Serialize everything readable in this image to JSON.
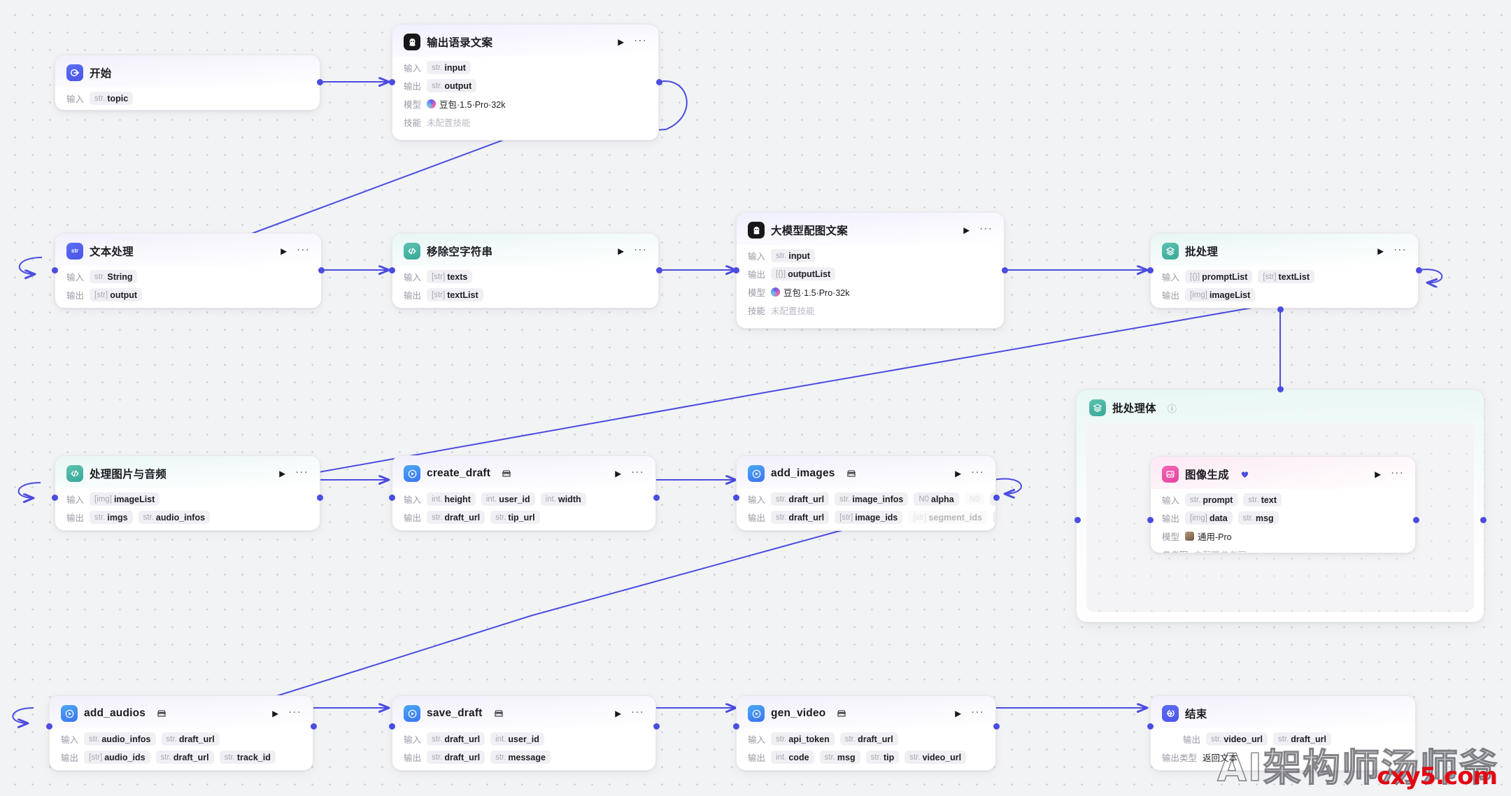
{
  "canvas": {
    "bg": "#f2f3f5",
    "edge_color": "#4b4ce0",
    "dot_color": "#d0d2d8"
  },
  "labels": {
    "input": "输入",
    "output": "输出",
    "model": "模型",
    "skill": "技能",
    "ref_image": "参考图",
    "output_type": "输出类型"
  },
  "nodes": [
    {
      "id": "start",
      "title": "开始",
      "icon": "start-icon",
      "icon_color": "#5b6ef5",
      "rows": [
        {
          "label": "输入",
          "chips": [
            {
              "type": "str.",
              "name": "topic"
            }
          ]
        }
      ]
    },
    {
      "id": "quote-copy",
      "title": "输出语录文案",
      "icon": "llm-icon",
      "icon_color": "#17171a",
      "rows": [
        {
          "label": "输入",
          "chips": [
            {
              "type": "str.",
              "name": "input"
            }
          ]
        },
        {
          "label": "输出",
          "chips": [
            {
              "type": "str.",
              "name": "output"
            }
          ]
        },
        {
          "label": "模型",
          "value": "豆包·1.5·Pro·32k",
          "value_icon": "doubao-icon"
        },
        {
          "label": "技能",
          "value": "未配置技能",
          "muted": true
        }
      ]
    },
    {
      "id": "text-process",
      "title": "文本处理",
      "icon": "str-plugin-icon",
      "icon_color": "#4b54e8",
      "rows": [
        {
          "label": "输入",
          "chips": [
            {
              "type": "str.",
              "name": "String"
            }
          ]
        },
        {
          "label": "输出",
          "chips": [
            {
              "type": "[str]",
              "name": "output"
            }
          ]
        }
      ]
    },
    {
      "id": "remove-empty",
      "title": "移除空字符串",
      "icon": "code-icon",
      "icon_color": "#3aa898",
      "rows": [
        {
          "label": "输入",
          "chips": [
            {
              "type": "[str]",
              "name": "texts"
            }
          ]
        },
        {
          "label": "输出",
          "chips": [
            {
              "type": "[str]",
              "name": "textList"
            }
          ]
        }
      ]
    },
    {
      "id": "llm-image-copy",
      "title": "大模型配图文案",
      "icon": "llm-icon",
      "icon_color": "#17171a",
      "rows": [
        {
          "label": "输入",
          "chips": [
            {
              "type": "str.",
              "name": "input"
            }
          ]
        },
        {
          "label": "输出",
          "chips": [
            {
              "type": "[{}]",
              "name": "outputList"
            }
          ]
        },
        {
          "label": "模型",
          "value": "豆包·1.5·Pro·32k",
          "value_icon": "doubao-icon"
        },
        {
          "label": "技能",
          "value": "未配置技能",
          "muted": true
        }
      ]
    },
    {
      "id": "batch",
      "title": "批处理",
      "icon": "layers-icon",
      "icon_color": "#3aa898",
      "rows": [
        {
          "label": "输入",
          "chips": [
            {
              "type": "[{}]",
              "name": "promptList"
            },
            {
              "type": "[str]",
              "name": "textList"
            }
          ]
        },
        {
          "label": "输出",
          "chips": [
            {
              "type": "[img]",
              "name": "imageList"
            }
          ]
        }
      ]
    },
    {
      "id": "process-img-audio",
      "title": "处理图片与音频",
      "icon": "code-icon",
      "icon_color": "#3aa898",
      "rows": [
        {
          "label": "输入",
          "chips": [
            {
              "type": "[img]",
              "name": "imageList"
            }
          ]
        },
        {
          "label": "输出",
          "chips": [
            {
              "type": "str.",
              "name": "imgs"
            },
            {
              "type": "str.",
              "name": "audio_infos"
            }
          ]
        }
      ]
    },
    {
      "id": "create-draft",
      "title": "create_draft",
      "icon": "plugin-icon",
      "icon_color": "#3b74ef",
      "store_badge": true,
      "rows": [
        {
          "label": "输入",
          "chips": [
            {
              "type": "int.",
              "name": "height"
            },
            {
              "type": "int.",
              "name": "user_id"
            },
            {
              "type": "int.",
              "name": "width"
            }
          ]
        },
        {
          "label": "输出",
          "chips": [
            {
              "type": "str.",
              "name": "draft_url"
            },
            {
              "type": "str.",
              "name": "tip_url"
            }
          ]
        }
      ]
    },
    {
      "id": "add-images",
      "title": "add_images",
      "icon": "plugin-icon",
      "icon_color": "#3b74ef",
      "store_badge": true,
      "rows": [
        {
          "label": "输入",
          "chips": [
            {
              "type": "str.",
              "name": "draft_url"
            },
            {
              "type": "str.",
              "name": "image_infos"
            },
            {
              "type": "N0",
              "name": "alpha"
            },
            {
              "type": "N0",
              "name": "",
              "faded": true
            }
          ],
          "overflow": "···"
        },
        {
          "label": "输出",
          "chips": [
            {
              "type": "str.",
              "name": "draft_url"
            },
            {
              "type": "[str]",
              "name": "image_ids"
            },
            {
              "type": "[str]",
              "name": "segment_ids",
              "faded": true
            }
          ],
          "overflow": "···"
        }
      ]
    },
    {
      "id": "add-audios",
      "title": "add_audios",
      "icon": "plugin-icon",
      "icon_color": "#3b74ef",
      "store_badge": true,
      "rows": [
        {
          "label": "输入",
          "chips": [
            {
              "type": "str.",
              "name": "audio_infos"
            },
            {
              "type": "str.",
              "name": "draft_url"
            }
          ]
        },
        {
          "label": "输出",
          "chips": [
            {
              "type": "[str]",
              "name": "audio_ids"
            },
            {
              "type": "str.",
              "name": "draft_url"
            },
            {
              "type": "str.",
              "name": "track_id"
            }
          ]
        }
      ]
    },
    {
      "id": "save-draft",
      "title": "save_draft",
      "icon": "plugin-icon",
      "icon_color": "#3b74ef",
      "store_badge": true,
      "rows": [
        {
          "label": "输入",
          "chips": [
            {
              "type": "str.",
              "name": "draft_url"
            },
            {
              "type": "int.",
              "name": "user_id"
            }
          ]
        },
        {
          "label": "输出",
          "chips": [
            {
              "type": "str.",
              "name": "draft_url"
            },
            {
              "type": "str.",
              "name": "message"
            }
          ]
        }
      ]
    },
    {
      "id": "gen-video",
      "title": "gen_video",
      "icon": "plugin-icon",
      "icon_color": "#3b74ef",
      "store_badge": true,
      "rows": [
        {
          "label": "输入",
          "chips": [
            {
              "type": "str.",
              "name": "api_token"
            },
            {
              "type": "str.",
              "name": "draft_url"
            }
          ]
        },
        {
          "label": "输出",
          "chips": [
            {
              "type": "int.",
              "name": "code"
            },
            {
              "type": "str.",
              "name": "msg"
            },
            {
              "type": "str.",
              "name": "tip"
            },
            {
              "type": "str.",
              "name": "video_url"
            }
          ]
        }
      ]
    },
    {
      "id": "end",
      "title": "结束",
      "icon": "end-icon",
      "icon_color": "#4b54e8",
      "rows": [
        {
          "label": "输出",
          "chips": [
            {
              "type": "str.",
              "name": "video_url"
            },
            {
              "type": "str.",
              "name": "draft_url"
            }
          ]
        },
        {
          "label": "输出类型",
          "value": "返回文本"
        }
      ]
    },
    {
      "id": "image-gen",
      "title": "图像生成",
      "icon": "image-gen-icon",
      "icon_color": "#e0459e",
      "heart_badge": true,
      "rows": [
        {
          "label": "输入",
          "chips": [
            {
              "type": "str.",
              "name": "prompt"
            },
            {
              "type": "str.",
              "name": "text"
            }
          ]
        },
        {
          "label": "输出",
          "chips": [
            {
              "type": "[img]",
              "name": "data"
            },
            {
              "type": "str.",
              "name": "msg"
            }
          ]
        },
        {
          "label": "模型",
          "value": "通用-Pro",
          "value_icon": "model-thumb-icon"
        },
        {
          "label": "参考图",
          "value": "未配置参考图",
          "muted": true
        }
      ]
    }
  ],
  "group": {
    "id": "batch-body",
    "title": "批处理体",
    "icon": "layers-icon",
    "info": "ⓘ"
  },
  "watermark": {
    "text": "AI架构师汤师爷",
    "site": "cxy5.com",
    "site_color": "#e30613"
  }
}
